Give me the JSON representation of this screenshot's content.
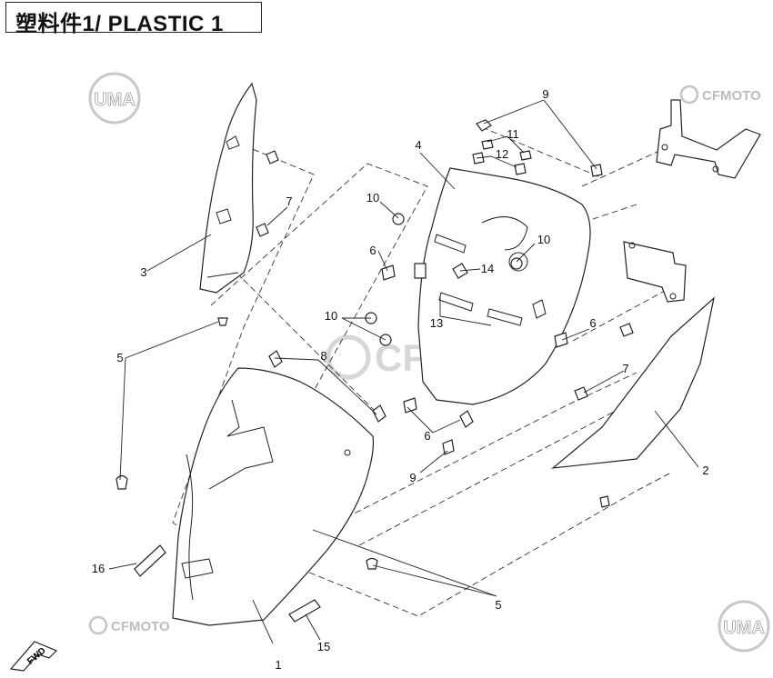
{
  "title": "塑料件1/ PLASTIC 1",
  "watermarks": {
    "uma": "UMA",
    "cfmoto": "CFMOTO"
  },
  "fwd_label": "FWD",
  "callouts": [
    {
      "id": "c1",
      "text": "1"
    },
    {
      "id": "c2",
      "text": "2"
    },
    {
      "id": "c3",
      "text": "3"
    },
    {
      "id": "c4",
      "text": "4"
    },
    {
      "id": "c5a",
      "text": "5"
    },
    {
      "id": "c5b",
      "text": "5"
    },
    {
      "id": "c6a",
      "text": "6"
    },
    {
      "id": "c6b",
      "text": "6"
    },
    {
      "id": "c6c",
      "text": "6"
    },
    {
      "id": "c7a",
      "text": "7"
    },
    {
      "id": "c7b",
      "text": "7"
    },
    {
      "id": "c8",
      "text": "8"
    },
    {
      "id": "c9a",
      "text": "9"
    },
    {
      "id": "c9b",
      "text": "9"
    },
    {
      "id": "c10a",
      "text": "10"
    },
    {
      "id": "c10b",
      "text": "10"
    },
    {
      "id": "c10c",
      "text": "10"
    },
    {
      "id": "c11",
      "text": "11"
    },
    {
      "id": "c12",
      "text": "12"
    },
    {
      "id": "c13",
      "text": "13"
    },
    {
      "id": "c14",
      "text": "14"
    },
    {
      "id": "c15",
      "text": "15"
    },
    {
      "id": "c16",
      "text": "16"
    }
  ]
}
